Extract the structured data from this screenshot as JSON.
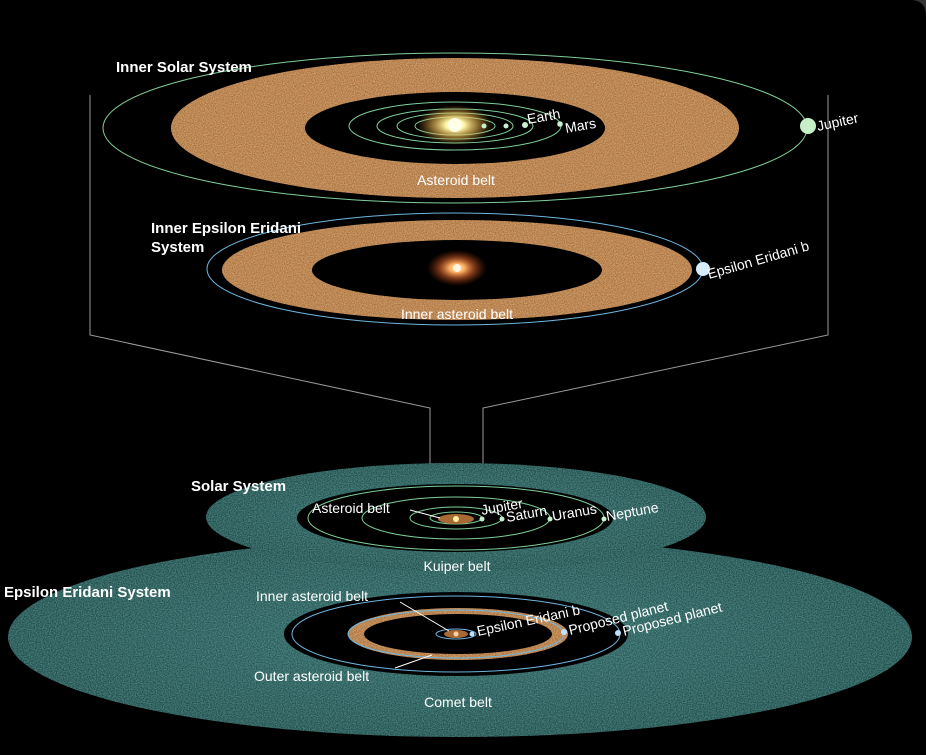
{
  "panels": {
    "inner_solar": {
      "title": "Inner Solar System",
      "earth": "Earth",
      "mars": "Mars",
      "jupiter": "Jupiter",
      "belt": "Asteroid belt"
    },
    "inner_eridani": {
      "title_line1": "Inner Epsilon Eridani",
      "title_line2": "System",
      "planet": "Epsilon Eridani b",
      "belt": "Inner asteroid belt"
    },
    "solar": {
      "title": "Solar System",
      "asteroid_belt": "Asteroid belt",
      "jupiter": "Jupiter",
      "saturn": "Saturn",
      "uranus": "Uranus",
      "neptune": "Neptune",
      "kuiper": "Kuiper belt"
    },
    "eridani": {
      "title": "Epsilon Eridani System",
      "inner_belt": "Inner asteroid belt",
      "planet_b": "Epsilon Eridani b",
      "proposed_1": "Proposed planet",
      "proposed_2": "Proposed planet",
      "outer_belt": "Outer asteroid belt",
      "comet_belt": "Comet belt"
    }
  },
  "colors": {
    "background": "#000000",
    "asteroid_dust": "#a86a34",
    "comet_dust": "#3f8a86",
    "solar_orbit": "#7fcf9a",
    "eridani_orbit": "#6fb6e0",
    "sun": "#fff3a0",
    "eridani_star": "#ff9a4a",
    "text": "#ffffff"
  }
}
